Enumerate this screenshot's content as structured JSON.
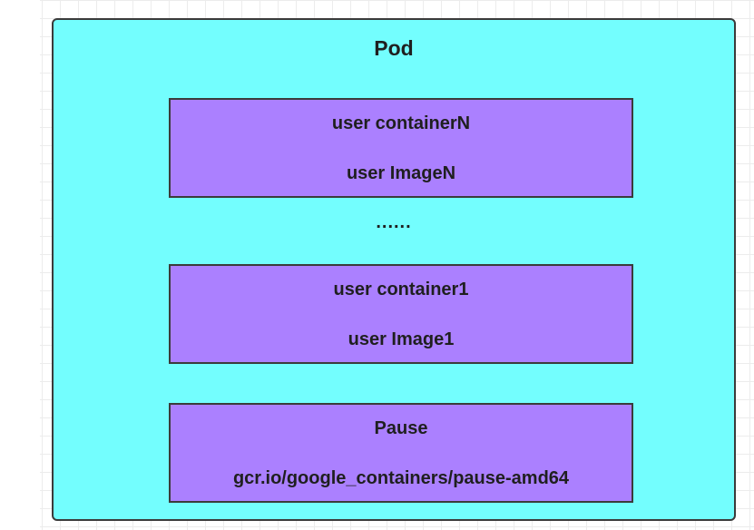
{
  "pod": {
    "title": "Pod"
  },
  "containers": [
    {
      "name": "user containerN",
      "image": "user ImageN"
    },
    {
      "name": "user container1",
      "image": "user Image1"
    },
    {
      "name": "Pause",
      "image": "gcr.io/google_containers/pause-amd64"
    }
  ],
  "ellipsis": "......",
  "colors": {
    "pod_fill": "#73fefe",
    "container_fill": "#ab80ff",
    "border": "#3b3b3b",
    "text": "#1f1f1f",
    "grid": "#ececec"
  }
}
